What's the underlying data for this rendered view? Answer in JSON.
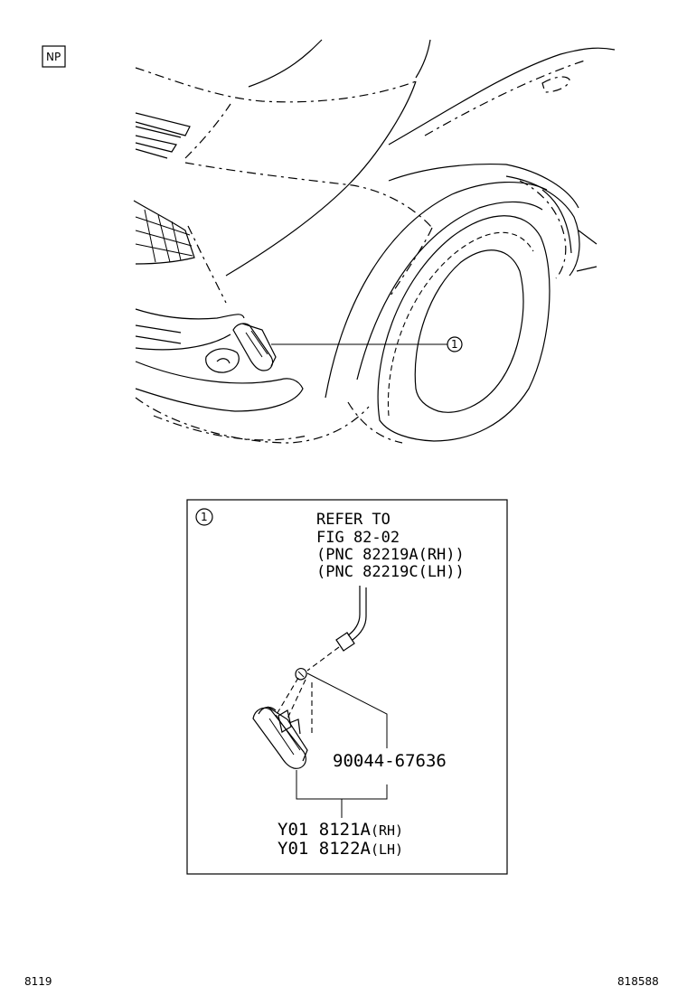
{
  "np_label": "NP",
  "callout": {
    "number": "1"
  },
  "detail": {
    "callout_number": "1",
    "refer_lines": [
      "REFER TO",
      "FIG 82-02",
      "(PNC 82219A(RH))",
      "(PNC 82219C(LH))"
    ],
    "bulb_part_number": "90044-67636",
    "lamp_parts": [
      {
        "code": "Y01 8121A",
        "side": "(RH)"
      },
      {
        "code": "Y01 8122A",
        "side": "(LH)"
      }
    ]
  },
  "footer": {
    "left": "8119",
    "right": "818588"
  }
}
